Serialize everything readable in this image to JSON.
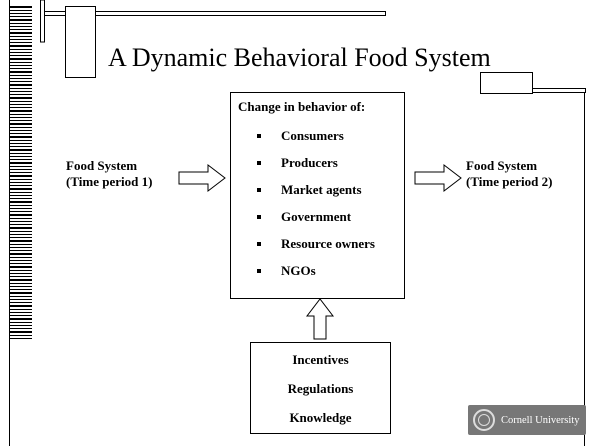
{
  "slide": {
    "title": "A Dynamic Behavioral Food System",
    "left_node": {
      "line1": "Food System",
      "line2": "(Time period 1)"
    },
    "right_node": {
      "line1": "Food System",
      "line2": "(Time period 2)"
    },
    "center_box": {
      "heading": "Change in behavior of:",
      "items": [
        "Consumers",
        "Producers",
        "Market agents",
        "Government",
        "Resource owners",
        "NGOs"
      ]
    },
    "bottom_box": {
      "items": [
        "Incentives",
        "Regulations",
        "Knowledge"
      ]
    },
    "logo": {
      "text": "Cornell University"
    }
  }
}
